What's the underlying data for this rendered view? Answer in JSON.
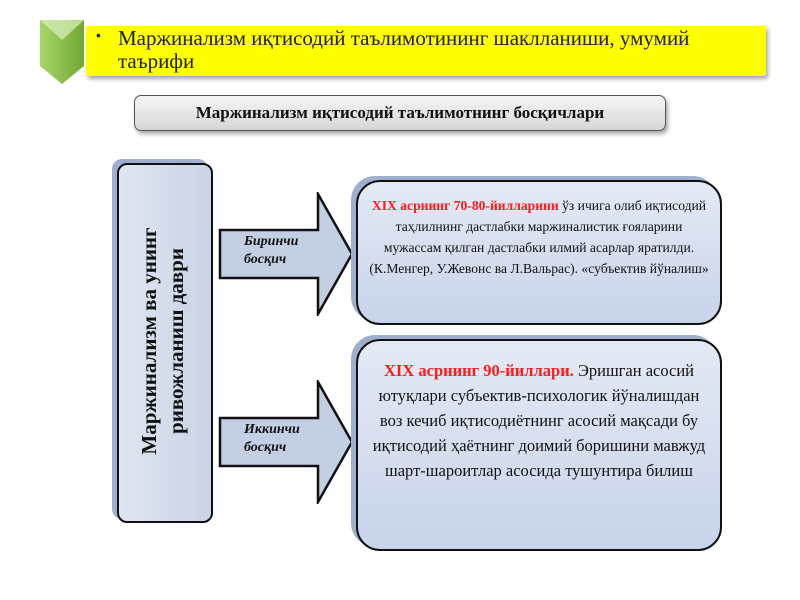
{
  "header": {
    "bullet": "•",
    "title": "Маржинализм иқтисодий таълимотининг шаклланиши, умумий таърифи",
    "accent_color": "#ffff00",
    "chevron_color": "#8cc63f"
  },
  "subtitle": "Маржинализм иқтисодий таълимотнинг босқичлари",
  "side_box": {
    "text": "Маржинализм ва унинг ривожланиш даври"
  },
  "stages": [
    {
      "arrow_label": "Биринчи босқич",
      "highlight": "XIX асрнинг 70-80-йилларини",
      "text": " ўз ичига олиб иқтисодий таҳлилнинг дастлабки маржиналистик ғояларини мужассам қилган дастлабки илмий асарлар яратилди. (К.Менгер, У.Жевонс ва Л.Вальрас). «субъектив йўналиш»"
    },
    {
      "arrow_label": "Иккинчи босқич",
      "highlight": "XIX асрнинг 90-йиллари.",
      "text": " Эришган асосий ютуқлари субъектив-психологик йўналишдан воз кечиб иқтисодиётнинг асосий мақсади бу иқтисодий ҳаётнинг доимий боришини мавжуд шарт-шароитлар асосида тушунтира билиш"
    }
  ],
  "colors": {
    "highlight_red": "#ff1a1a",
    "box_fill": "#d6dfee",
    "box_shadow": "#9fb0cc"
  }
}
